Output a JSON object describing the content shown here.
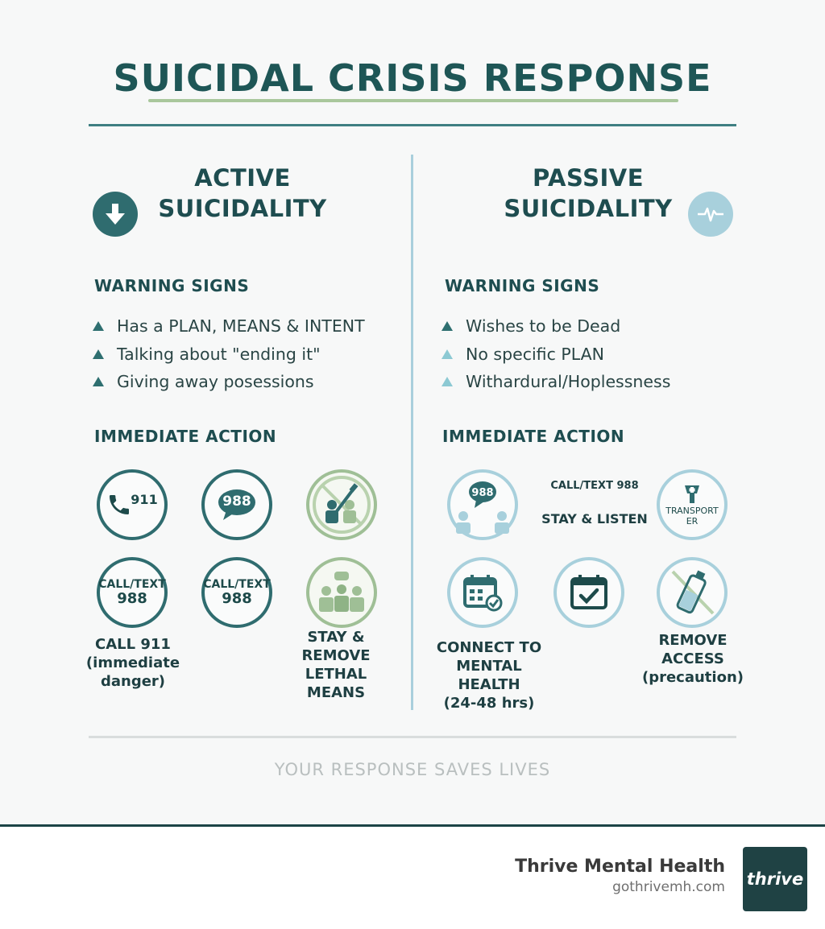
{
  "title": "SUICIDAL CRISIS RESPONSE",
  "tagline": "YOUR RESPONSE SAVES LIVES",
  "colors": {
    "primary": "#2f6c6f",
    "green": "#9fbf96",
    "light": "#a8d0dc"
  },
  "active": {
    "heading_line1": "ACTIVE",
    "heading_line2": "SUICIDALITY",
    "icon": "arrow-down-icon",
    "warning_label": "WARNING SIGNS",
    "signs": [
      "Has a PLAN, MEANS & INTENT",
      "Talking about \"ending it\"",
      "Giving away posessions"
    ],
    "action_label": "IMMEDIATE ACTION",
    "circles": {
      "c911": "911",
      "c988": "988",
      "call_text_1": "CALL/TEXT",
      "call_text_1_num": "988",
      "call_text_2": "CALL/TEXT",
      "call_text_2_num": "988"
    },
    "captions": {
      "call911": [
        "CALL 911",
        "(immediate",
        "danger)"
      ],
      "remove": [
        "STAY &",
        "REMOVE",
        "LETHAL MEANS"
      ]
    }
  },
  "passive": {
    "heading_line1": "PASSIVE",
    "heading_line2": "SUICIDALITY",
    "icon": "heartbeat-icon",
    "warning_label": "WARNING SIGNS",
    "signs": [
      "Wishes to be Dead",
      "No specific PLAN",
      "Withardural/Hoplessness"
    ],
    "action_label": "IMMEDIATE ACTION",
    "circles": {
      "c988": "988",
      "call_text": "CALL/TEXT 988",
      "stay_listen": "STAY & LISTEN",
      "transport_1": "TRANSPORT",
      "transport_2": "ER"
    },
    "captions": {
      "connect": [
        "CONNECT TO",
        "MENTAL",
        "HEALTH",
        "(24-48 hrs)"
      ],
      "remove": [
        "REMOVE",
        "ACCESS",
        "(precaution)"
      ]
    }
  },
  "footer": {
    "brand": "Thrive Mental Health",
    "url": "gothrivemh.com",
    "logo": "thrive"
  }
}
